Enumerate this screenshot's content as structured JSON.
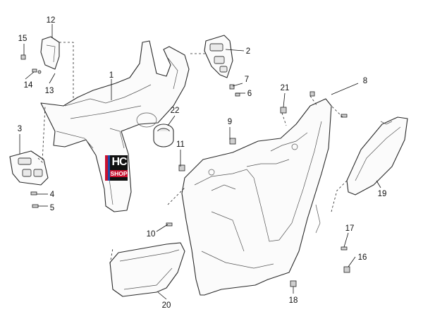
{
  "diagram": {
    "callouts": [
      {
        "id": "1",
        "label": "1"
      },
      {
        "id": "2",
        "label": "2"
      },
      {
        "id": "3",
        "label": "3"
      },
      {
        "id": "4",
        "label": "4"
      },
      {
        "id": "5",
        "label": "5"
      },
      {
        "id": "6",
        "label": "6"
      },
      {
        "id": "7",
        "label": "7"
      },
      {
        "id": "8",
        "label": "8"
      },
      {
        "id": "9",
        "label": "9"
      },
      {
        "id": "10",
        "label": "10"
      },
      {
        "id": "11",
        "label": "11"
      },
      {
        "id": "12",
        "label": "12"
      },
      {
        "id": "13",
        "label": "13"
      },
      {
        "id": "14",
        "label": "14"
      },
      {
        "id": "15",
        "label": "15"
      },
      {
        "id": "16",
        "label": "16"
      },
      {
        "id": "17",
        "label": "17"
      },
      {
        "id": "18",
        "label": "18"
      },
      {
        "id": "19",
        "label": "19"
      },
      {
        "id": "20",
        "label": "20"
      },
      {
        "id": "21",
        "label": "21"
      },
      {
        "id": "22",
        "label": "22"
      }
    ],
    "watermark": {
      "line1": "HC",
      "line2": "SHOP",
      "colors": {
        "bg": "#111111",
        "red": "#c8102e",
        "blue": "#1f4aa8"
      }
    }
  }
}
